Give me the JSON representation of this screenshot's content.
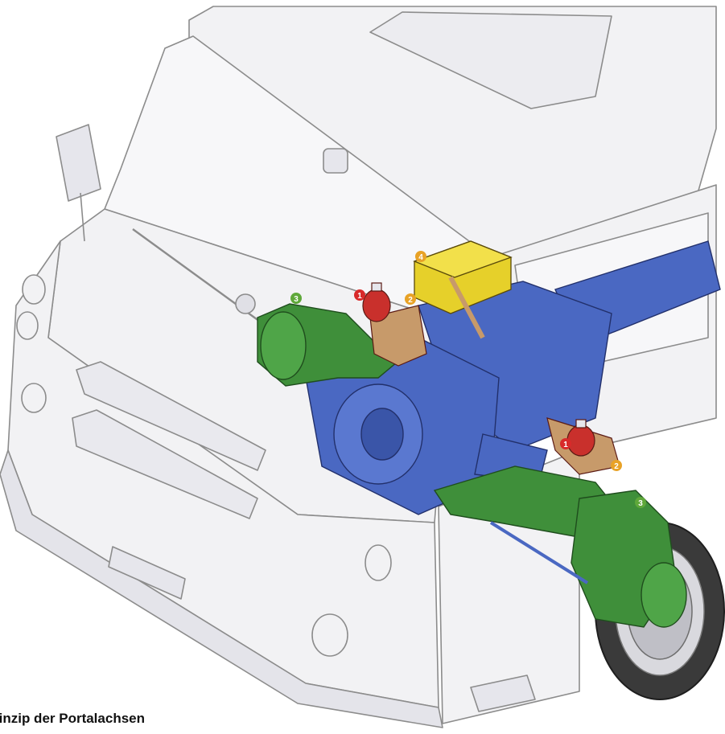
{
  "caption": "rinzip der Portalachsen",
  "callouts": [
    {
      "id": "badge-1a",
      "label": "1",
      "color": "#d82a2a"
    },
    {
      "id": "badge-1b",
      "label": "1",
      "color": "#d82a2a"
    },
    {
      "id": "badge-2a",
      "label": "2",
      "color": "#e8a227"
    },
    {
      "id": "badge-2b",
      "label": "2",
      "color": "#e8a227"
    },
    {
      "id": "badge-3a",
      "label": "3",
      "color": "#5fa83a"
    },
    {
      "id": "badge-3b",
      "label": "3",
      "color": "#5fa83a"
    },
    {
      "id": "badge-4",
      "label": "4",
      "color": "#e8a227"
    }
  ],
  "colors": {
    "axle_housing": "#4a68c2",
    "hub_reduction": "#3f8f3a",
    "air_spring": "#c9302c",
    "bellows_bracket": "#c79a6a",
    "valve_block": "#e6d02a",
    "vehicle_lines": "#8c8c8c",
    "vehicle_fill": "#f2f2f4"
  }
}
